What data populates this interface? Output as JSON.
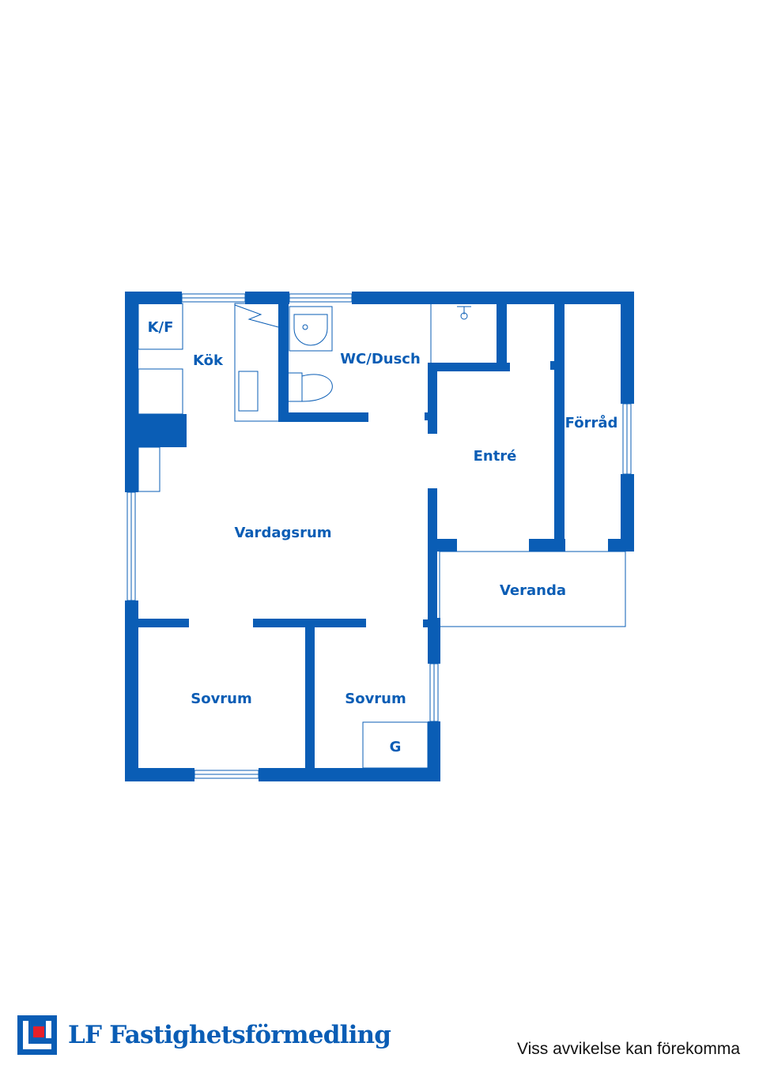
{
  "colors": {
    "wall": "#0a5db5",
    "accent": "#e5202a",
    "background": "#ffffff"
  },
  "rooms": {
    "kf": "K/F",
    "kok": "Kök",
    "wc": "WC/Dusch",
    "forrad": "Förråd",
    "entre": "Entré",
    "vardagsrum": "Vardagsrum",
    "veranda": "Veranda",
    "sovrum_1": "Sovrum",
    "sovrum_2": "Sovrum",
    "g": "G"
  },
  "footer": {
    "brand": "LF Fastighetsförmedling",
    "disclaimer": "Viss avvikelse kan förekomma",
    "logo_icon": "lf-logo-icon"
  }
}
